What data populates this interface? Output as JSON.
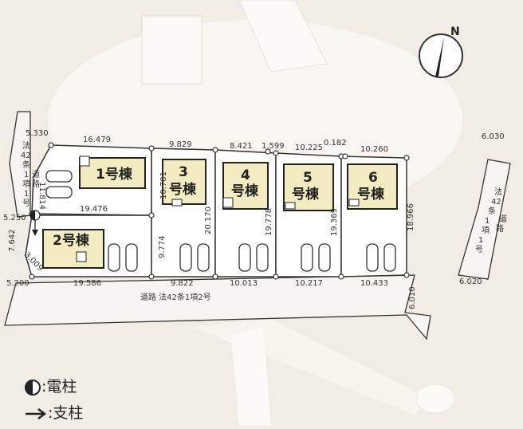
{
  "compass": {
    "north": "N"
  },
  "buildings": [
    {
      "id": "1",
      "label": "1号棟"
    },
    {
      "id": "2",
      "label": "2号棟"
    },
    {
      "id": "3a",
      "label": "3"
    },
    {
      "id": "3b",
      "label": "号棟"
    },
    {
      "id": "4a",
      "label": "4"
    },
    {
      "id": "4b",
      "label": "号棟"
    },
    {
      "id": "5a",
      "label": "5"
    },
    {
      "id": "5b",
      "label": "号棟"
    },
    {
      "id": "6a",
      "label": "6"
    },
    {
      "id": "6b",
      "label": "号棟"
    }
  ],
  "dimensions": {
    "top1": "5.330",
    "top2": "16.479",
    "top3": "9.829",
    "top4": "8.421",
    "top5": "1.599",
    "top6": "10.225",
    "top7": "0.182",
    "top8": "10.260",
    "top9": "6.030",
    "left1": "11.814",
    "left2": "5.250",
    "left3": "7.642",
    "left4": "3.009",
    "left5": "5.200",
    "mid1": "19.476",
    "v1": "10.781",
    "v2": "9.774",
    "v3": "20.170",
    "v4": "19.778",
    "v5": "19.369",
    "v6": "18.966",
    "bot1": "19.586",
    "bot2": "9.822",
    "bot3": "10.013",
    "bot4": "10.217",
    "bot5": "10.433",
    "bot6": "6.020",
    "bot7": "6.010"
  },
  "roads": {
    "left": [
      "法",
      "42",
      "条",
      "1",
      "項",
      "1",
      "号",
      "道",
      "路"
    ],
    "bottom": "道路 法42条1項2号",
    "right": [
      "法",
      "42",
      "条",
      "1",
      "項",
      "1",
      "号",
      "道",
      "路"
    ]
  },
  "legend": {
    "pole": ":電柱",
    "stay": ":支柱"
  },
  "colors": {
    "lot_fill": "#ffffff",
    "house_fill": "#f3ecc0",
    "line": "#333333"
  }
}
